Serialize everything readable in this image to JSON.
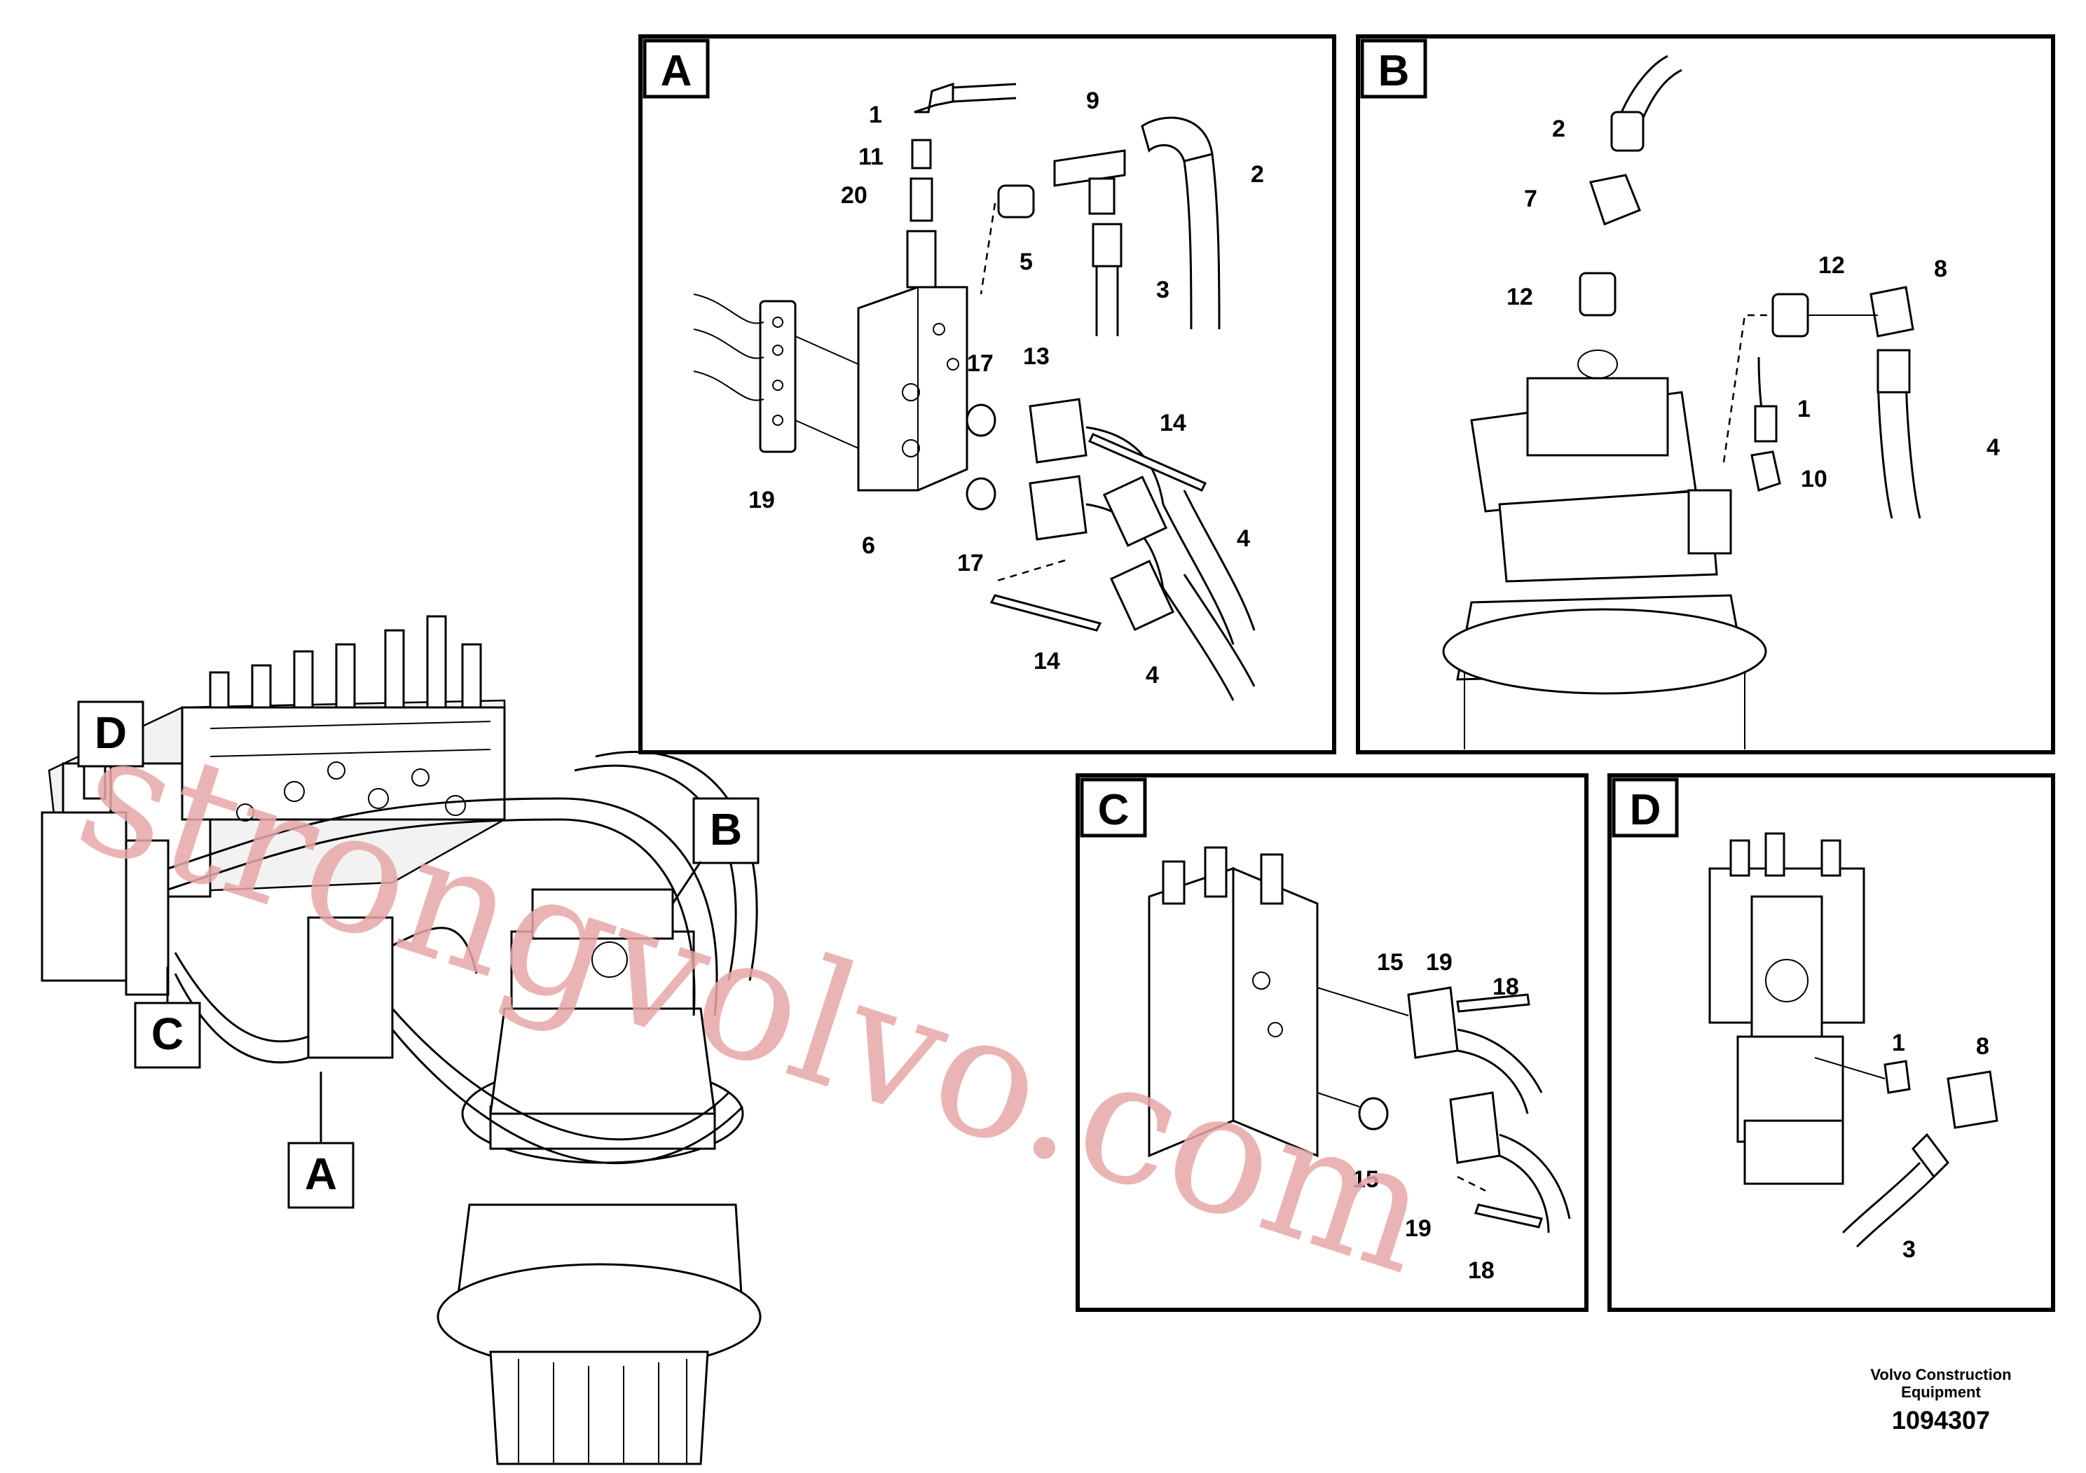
{
  "panels": {
    "A": {
      "tag": "A",
      "labels": [
        "1",
        "11",
        "20",
        "9",
        "2",
        "5",
        "3",
        "17",
        "13",
        "14",
        "19",
        "6",
        "17",
        "4",
        "14",
        "4"
      ]
    },
    "B": {
      "tag": "B",
      "labels": [
        "2",
        "7",
        "12",
        "12",
        "8",
        "1",
        "4",
        "10"
      ]
    },
    "C": {
      "tag": "C",
      "labels": [
        "15",
        "19",
        "18",
        "15",
        "19",
        "18"
      ]
    },
    "D": {
      "tag": "D",
      "labels": [
        "1",
        "8",
        "3"
      ]
    }
  },
  "overview": {
    "tags": [
      "D",
      "B",
      "C",
      "A"
    ]
  },
  "watermark": "strongvolvo.com",
  "footer": {
    "company_line1": "Volvo Construction",
    "company_line2": "Equipment",
    "drawing_number": "1094307"
  }
}
